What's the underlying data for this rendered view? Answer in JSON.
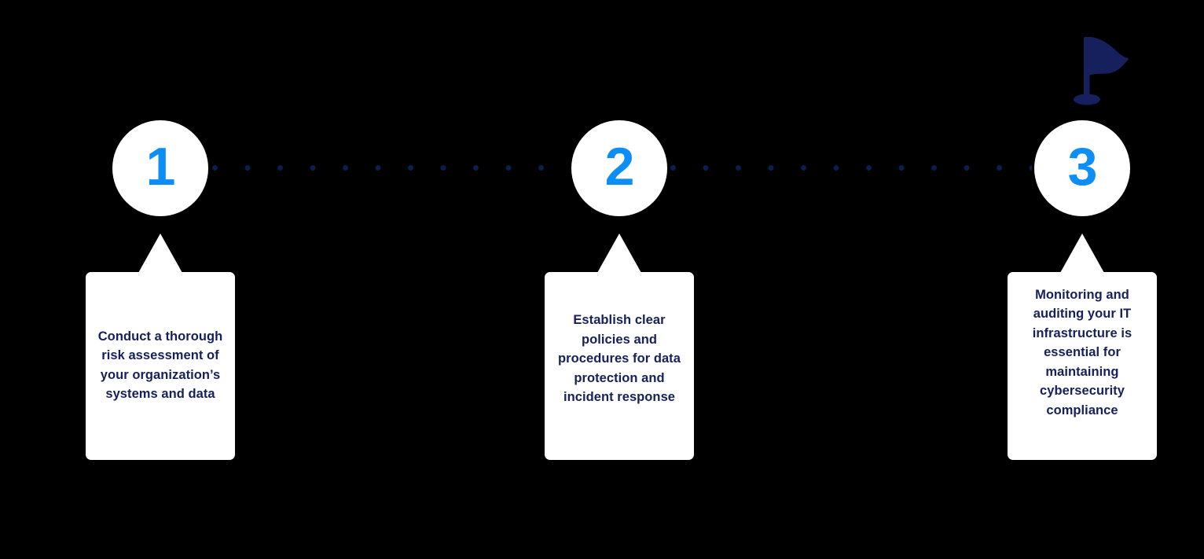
{
  "background_color": "#000000",
  "theme": {
    "accent_blue": "#0d8ef5",
    "text_navy": "#15205c",
    "dot_navy": "#0b1f4e",
    "card_background": "#ffffff",
    "circle_background": "#ffffff"
  },
  "connector": {
    "style": "dotted",
    "color": "#0b1f4e",
    "segments": [
      {
        "from_step": 1,
        "to_step": 2
      },
      {
        "from_step": 2,
        "to_step": 3
      }
    ]
  },
  "flag": {
    "icon": "flag-icon",
    "color": "#15205c",
    "attached_to_step": 3
  },
  "steps": [
    {
      "number": "1",
      "text": "Conduct a thorough risk assessment of your organization’s systems and data"
    },
    {
      "number": "2",
      "text": "Establish clear policies and procedures for data protection and incident response"
    },
    {
      "number": "3",
      "text": "Monitoring and auditing your IT infrastructure is essential for maintaining cybersecurity compliance"
    }
  ]
}
